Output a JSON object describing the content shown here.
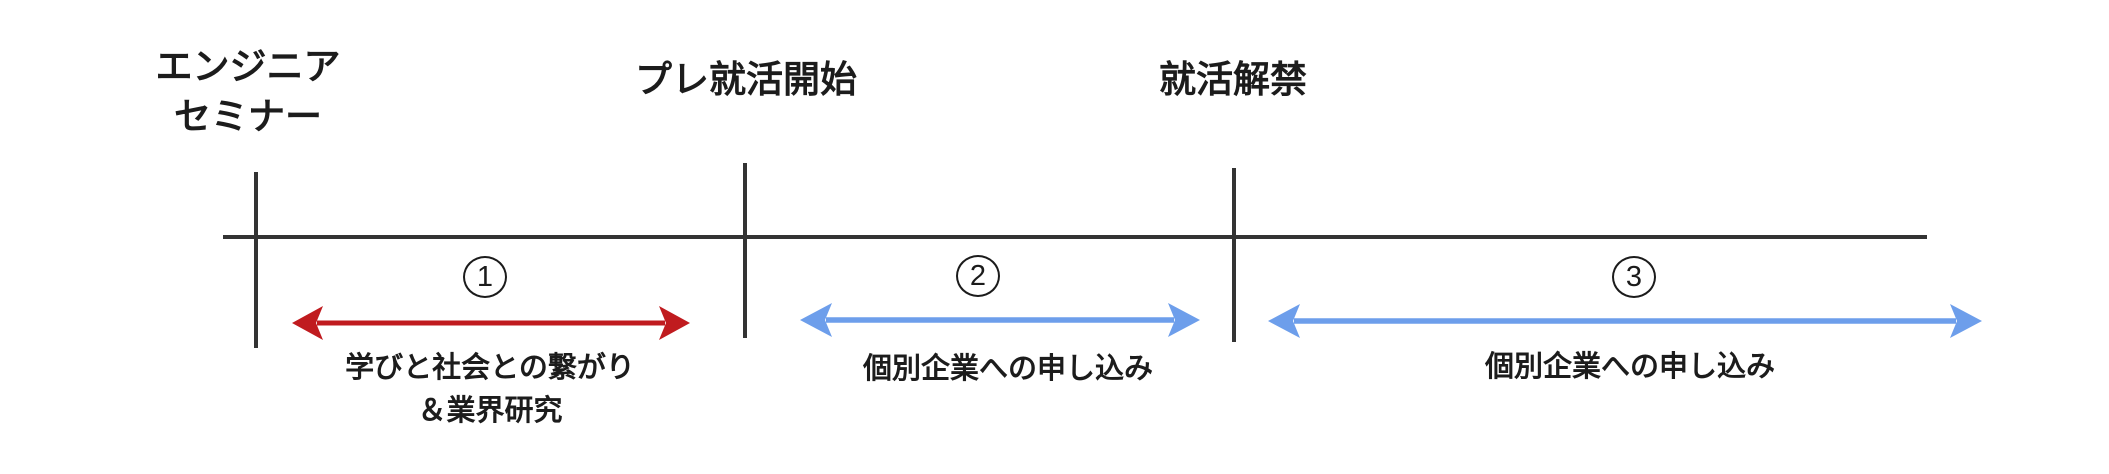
{
  "diagram": {
    "background": "#ffffff",
    "line_color": "#333333",
    "text_color": "#1c1c1c",
    "milestones": [
      {
        "id": "engineer-seminar",
        "lines": [
          "エンジニア",
          "セミナー"
        ]
      },
      {
        "id": "pre-shukatsu-start",
        "lines": [
          "プレ就活開始"
        ]
      },
      {
        "id": "shukatsu-kaikin",
        "lines": [
          "就活解禁"
        ]
      }
    ],
    "sections": [
      {
        "number": "1",
        "arrow_color": "#c01b1f",
        "captions": [
          "学びと社会との繋がり",
          "＆業界研究"
        ]
      },
      {
        "number": "2",
        "arrow_color": "#6d9eeb",
        "captions": [
          "個別企業への申し込み"
        ]
      },
      {
        "number": "3",
        "arrow_color": "#6d9eeb",
        "captions": [
          "個別企業への申し込み"
        ]
      }
    ]
  }
}
